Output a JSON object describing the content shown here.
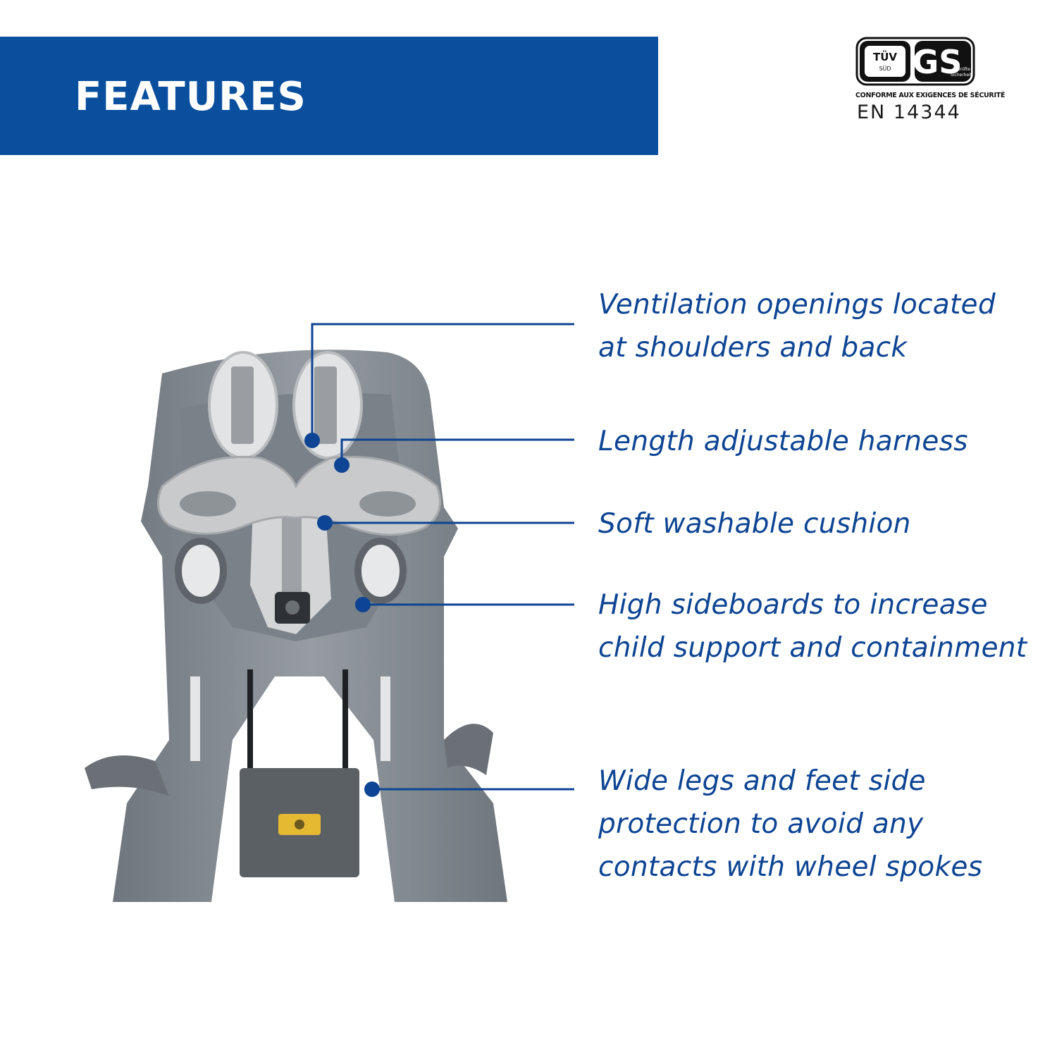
{
  "header": {
    "title": "FEATURES"
  },
  "certification": {
    "tuv_mark": "TÜV",
    "tuv_sub": "SÜD",
    "gs_mark": "GS",
    "gs_sub_1": "geprüfte",
    "gs_sub_2": "Sicherheit",
    "caption": "CONFORME AUX EXIGENCES DE SÉCURITÉ",
    "standard": "EN 14344"
  },
  "features": [
    {
      "line1": "Ventilation openings located",
      "line2": "at shoulders and back"
    },
    {
      "line1": "Length adjustable harness"
    },
    {
      "line1": "Soft washable cushion"
    },
    {
      "line1": "High sideboards to increase",
      "line2": "child support and containment"
    },
    {
      "line1": "Wide legs and feet side",
      "line2": "protection to avoid any",
      "line3": "contacts with wheel spokes"
    }
  ],
  "colors": {
    "brand_blue": "#0a4f9e",
    "text_blue": "#0d4493",
    "seat_gray": "#8a9096",
    "cushion_light": "#d5d7d9"
  },
  "icons": {
    "product_image": "child-bike-seat-illustration",
    "certification": "tuv-gs-safety-mark"
  }
}
